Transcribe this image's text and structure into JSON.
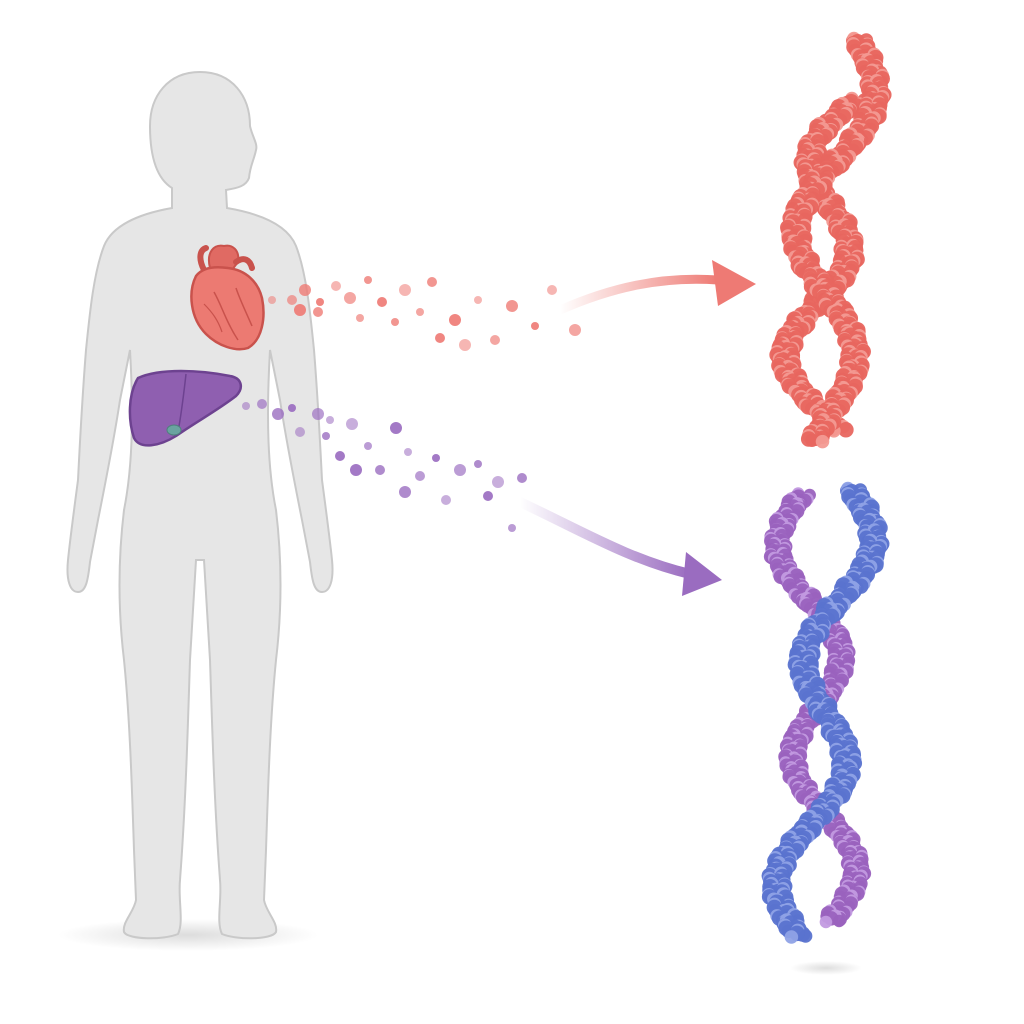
{
  "colors": {
    "background": "#ffffff",
    "body_fill": "#e6e6e6",
    "body_stroke": "#c9c9c9",
    "heart": "#ec7a72",
    "heart_dark": "#c9524c",
    "liver": "#8f5fb0",
    "liver_dark": "#6d4290",
    "gallbladder": "#6aa3a0",
    "red_particles": "#ee7a74",
    "purple_particles": "#9a6cc0",
    "red_strand": "#e8665f",
    "red_strand_light": "#f39a92",
    "blue_strand": "#5a73cf",
    "blue_strand_light": "#8fa2e6",
    "purple_strand": "#9a62be",
    "purple_strand_light": "#c29ae0"
  },
  "icons": [
    "human-body-silhouette",
    "heart-organ-icon",
    "liver-organ-icon",
    "red-protein-fibril",
    "blue-purple-protein-fibril"
  ]
}
